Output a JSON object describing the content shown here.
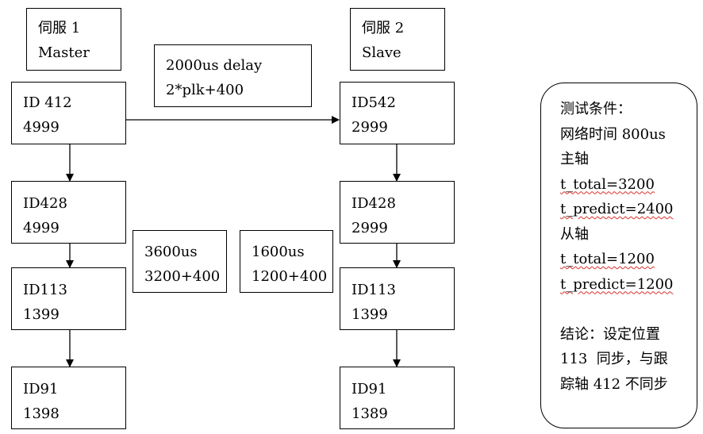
{
  "servo1": {
    "header": [
      "伺服 1",
      "Master"
    ],
    "nodes": [
      {
        "id": "ID 412",
        "value": "4999"
      },
      {
        "id": "ID428",
        "value": "4999"
      },
      {
        "id": "ID113",
        "value": "1399"
      },
      {
        "id": "ID91",
        "value": "1398"
      }
    ]
  },
  "servo2": {
    "header": [
      "伺服 2",
      "Slave"
    ],
    "nodes": [
      {
        "id": "ID542",
        "value": "2999"
      },
      {
        "id": "ID428",
        "value": "2999"
      },
      {
        "id": "ID113",
        "value": "1399"
      },
      {
        "id": "ID91",
        "value": "1389"
      }
    ]
  },
  "delay_box": [
    "2000us delay",
    "2*plk+400"
  ],
  "master_delay_box": [
    "3600us",
    "3200+400"
  ],
  "slave_delay_box": [
    "1600us",
    "1200+400"
  ],
  "test_conditions": {
    "title": "测试条件：",
    "network_time": "网络时间 800us",
    "master_axis": "主轴",
    "master_t_total": "t_total=3200",
    "master_t_predict": "t_predict=2400",
    "slave_axis": "从轴",
    "slave_t_total": "t_total=1200",
    "slave_t_predict": "t_predict=1200",
    "conclusion": [
      "结论：设定位置",
      "113  同步，与跟",
      "踪轴 412 不同步"
    ]
  }
}
